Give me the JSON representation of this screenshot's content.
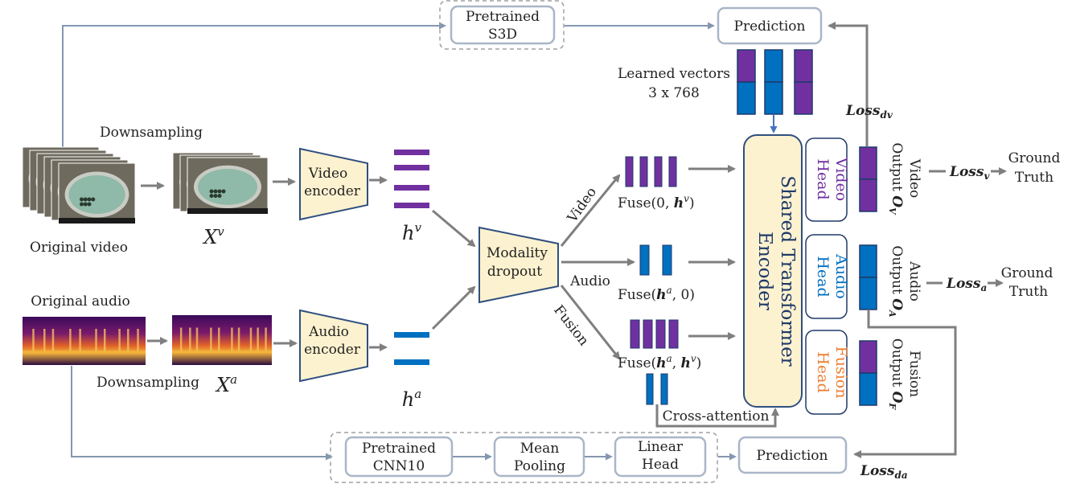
{
  "inputs": {
    "video_label": "Original video",
    "audio_label": "Original audio",
    "downsampling_top": "Downsampling",
    "downsampling_bottom": "Downsampling",
    "xv": "X",
    "xv_sup": "v",
    "xa": "X",
    "xa_sup": "a"
  },
  "encoders": {
    "video_line1": "Video",
    "video_line2": "encoder",
    "audio_line1": "Audio",
    "audio_line2": "encoder",
    "hv": "h",
    "hv_sup": "v",
    "ha": "h",
    "ha_sup": "a"
  },
  "dropout": {
    "line1": "Modality",
    "line2": "dropout",
    "branch_video": "Video",
    "branch_audio": "Audio",
    "branch_fusion": "Fusion"
  },
  "fuse": {
    "video_prefix": "Fuse(0, ",
    "video_var": "h",
    "video_sup": "v",
    "video_suffix": ")",
    "audio_prefix": "Fuse(",
    "audio_var": "h",
    "audio_sup": "a",
    "audio_suffix": ", 0)",
    "fusion_prefix": "Fuse(",
    "fusion_var1": "h",
    "fusion_sup1": "a",
    "fusion_mid": ", ",
    "fusion_var2": "h",
    "fusion_sup2": "v",
    "fusion_suffix": ")",
    "cross_attention": "Cross-attention"
  },
  "top": {
    "pretrained_line1": "Pretrained",
    "pretrained_line2": "S3D",
    "prediction": "Prediction",
    "learned_line1": "Learned vectors",
    "learned_line2": "3 x 768",
    "loss_dv": "Loss",
    "loss_dv_sub": "dv"
  },
  "encoder": {
    "line1": "Shared Transformer",
    "line2": "Encoder"
  },
  "heads": {
    "video_line1": "Video",
    "video_line2": "Head",
    "audio_line1": "Audio",
    "audio_line2": "Head",
    "fusion_line1": "Fusion",
    "fusion_line2": "Head"
  },
  "outputs": {
    "video_line1": "Video",
    "video_line2": "Output",
    "video_var": "O",
    "video_sub": "V",
    "audio_line1": "Audio",
    "audio_line2": "Output",
    "audio_var": "O",
    "audio_sub": "A",
    "fusion_line1": "Fusion",
    "fusion_line2": "Output",
    "fusion_var": "O",
    "fusion_sub": "F"
  },
  "losses": {
    "loss_v": "Loss",
    "loss_v_sub": "v",
    "loss_a": "Loss",
    "loss_a_sub": "a",
    "ground_truth_line1": "Ground",
    "ground_truth_line2": "Truth",
    "ground_truth2_line1": "Ground",
    "ground_truth2_line2": "Truth"
  },
  "bottom": {
    "cnn_line1": "Pretrained",
    "cnn_line2": "CNN10",
    "pool_line1": "Mean",
    "pool_line2": "Pooling",
    "linear_line1": "Linear",
    "linear_line2": "Head",
    "prediction": "Prediction",
    "loss_da": "Loss",
    "loss_da_sub": "da"
  },
  "colors": {
    "purple": "#7030a0",
    "blue": "#0070c0",
    "orange": "#ed7d31",
    "box_fill": "#fdf2d0",
    "box_stroke": "#2f4f7f",
    "pred_stroke": "#a9b6c8",
    "arrow_gray": "#7f7f7f",
    "arrow_blue": "#8497b0",
    "water": "#8fb9a8",
    "navy": "#1f3a6a"
  }
}
